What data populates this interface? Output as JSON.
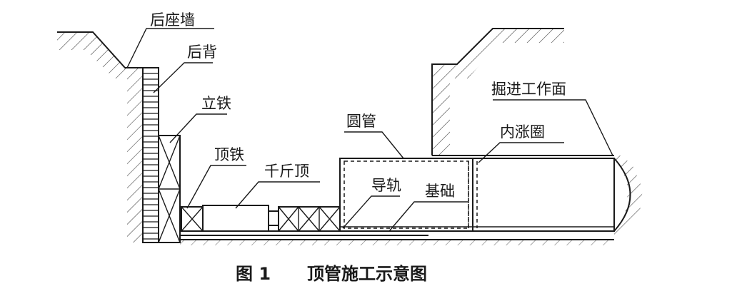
{
  "labels": {
    "back_wall": "后座墙",
    "back_plate": "后背",
    "vertical_iron": "立铁",
    "top_iron": "顶铁",
    "jack": "千斤顶",
    "pipe": "圆管",
    "guide_rail": "导轨",
    "foundation": "基础",
    "excavation_face": "掘进工作面",
    "inner_ring": "内涨圈"
  },
  "caption": {
    "figure_no": "图 1",
    "title": "顶管施工示意图"
  }
}
